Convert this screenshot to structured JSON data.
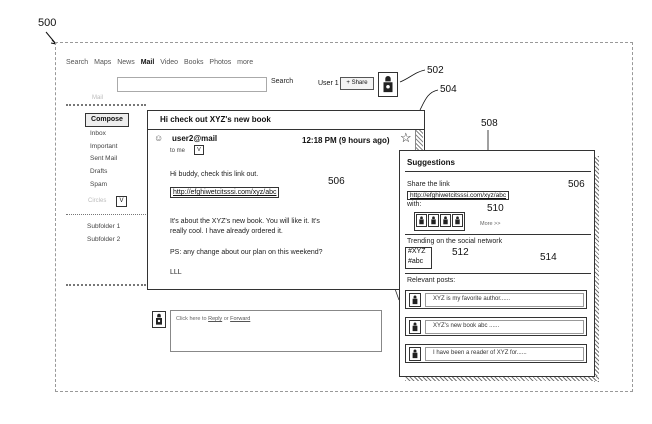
{
  "figure": {
    "number": "500"
  },
  "refs": {
    "r502": "502",
    "r504": "504",
    "r506a": "506",
    "r508": "508",
    "r506b": "506",
    "r510": "510",
    "r512": "512",
    "r514": "514"
  },
  "topnav": {
    "items": [
      "Search",
      "Maps",
      "News",
      "Mail",
      "Video",
      "Books",
      "Photos",
      "more"
    ],
    "active": "Mail"
  },
  "header": {
    "search_button": "Search",
    "user": "User 1",
    "share_button": "+ Share",
    "logo_text": "Mail"
  },
  "sidebar": {
    "compose": "Compose",
    "items": [
      "Inbox",
      "Important",
      "Sent Mail",
      "Drafts",
      "Spam"
    ],
    "circles": "Circles",
    "circles_box": "V",
    "subfolders": [
      "Subfolder 1",
      "Subfolder 2"
    ]
  },
  "email": {
    "subject": "Hi check out XYZ's new book",
    "sender": "user2@mail",
    "time": "12:18 PM (9 hours ago)",
    "to": "to me",
    "to_box": "V",
    "greeting": "Hi buddy, check this link out.",
    "link": "http://efghiwetcitsssi.com/xyz/abc",
    "body1": "It's about the XYZ's new book.  You will like it.  It's",
    "body2": "really cool.  I have already ordered it.",
    "ps": "PS: any change about our plan on this weekend?",
    "signoff": "LLL"
  },
  "reply": {
    "prefix": "Click here to",
    "reply_link": "Reply",
    "or": "or",
    "forward_link": "Forward"
  },
  "suggestions": {
    "title": "Suggestions",
    "share_label": "Share the link",
    "link": "http://efghiwetcitsssi.com/xyz/abc",
    "with_label": "with:",
    "more": "More  >>",
    "trending_label": "Trending on the social network",
    "tags": [
      "#XYZ",
      "#abc"
    ],
    "posts_label": "Relevant posts:",
    "posts": [
      "XYZ is my favorite author......",
      "XYZ's new book abc ......",
      "I have been a reader of XYZ for......"
    ]
  }
}
